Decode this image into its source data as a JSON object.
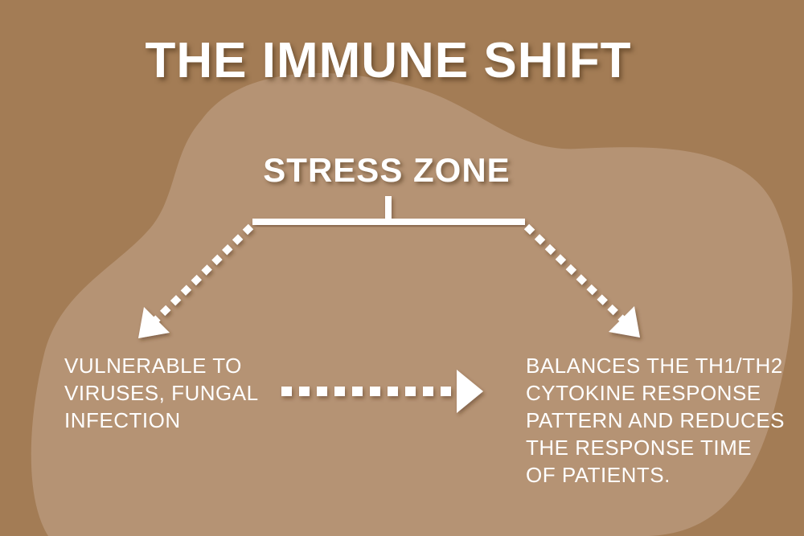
{
  "title": "THE IMMUNE SHIFT",
  "center_label": "STRESS ZONE",
  "left_text": [
    "VULNERABLE TO",
    "VIRUSES, FUNGAL",
    "INFECTION"
  ],
  "right_text": [
    "BALANCES THE TH1/TH2",
    "CYTOKINE RESPONSE",
    "PATTERN AND REDUCES",
    "THE RESPONSE TIME",
    "OF PATIENTS."
  ],
  "colors": {
    "background": "#a37c55",
    "blob": "#b8987a",
    "foreground": "#ffffff"
  }
}
